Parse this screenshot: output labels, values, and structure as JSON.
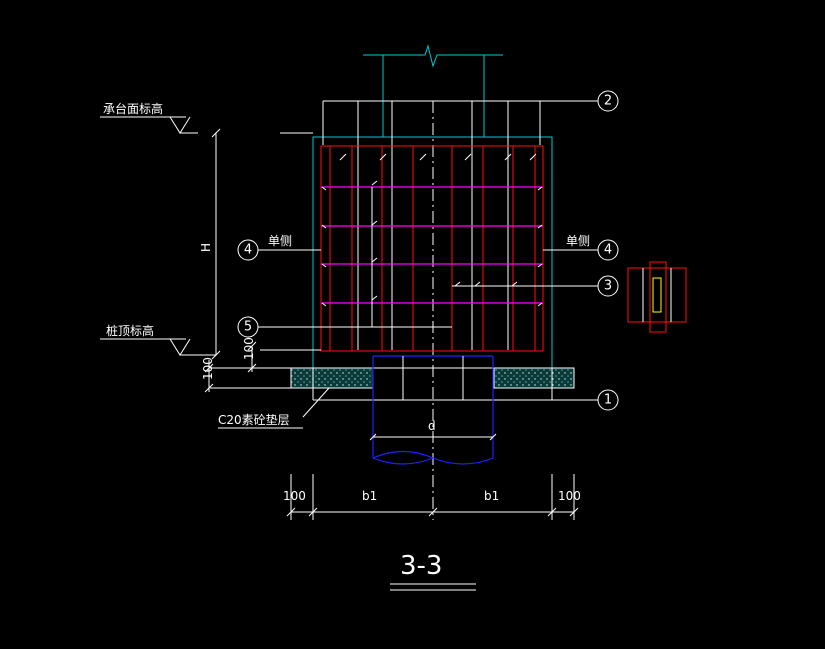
{
  "drawing": {
    "section_title": "3-3",
    "cap_top_label": "承台面标高",
    "pile_top_label": "桩顶标高",
    "cushion_label": "C20素砼垫层",
    "height_label": "H",
    "single_side_left": "单侧",
    "single_side_right": "单侧",
    "pile_dia_label": "d",
    "dim_100_left": "100",
    "dim_b1_left": "b1",
    "dim_b1_right": "b1",
    "dim_100_right": "100",
    "dim_100_v1": "100",
    "dim_100_v2": "100"
  },
  "callouts": {
    "c1": "1",
    "c2": "2",
    "c3": "3",
    "c4_left": "4",
    "c4_right": "4",
    "c5": "5"
  },
  "colors": {
    "background": "#000000",
    "lines": "#ffffff",
    "column": "#00c8d0",
    "rebar": "#ff1010",
    "stirrup": "#ff00ff",
    "pile": "#2020ff",
    "cushion": "#00c8d0"
  }
}
